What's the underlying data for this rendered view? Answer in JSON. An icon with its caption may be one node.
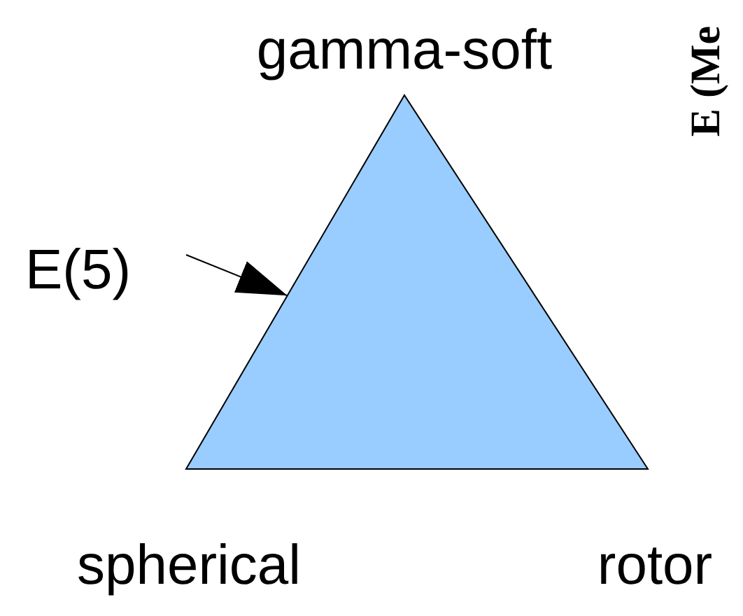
{
  "diagram": {
    "nodes": [
      {
        "text": [],
        "shape": "triangle"
      },
      {
        "text": [
          "E(5)"
        ]
      }
    ],
    "edges": [
      {
        "from": 1,
        "to": 0,
        "arrow": "to"
      }
    ],
    "labels": [
      "gamma-soft",
      "spherical",
      "rotor",
      "E (Me"
    ]
  }
}
